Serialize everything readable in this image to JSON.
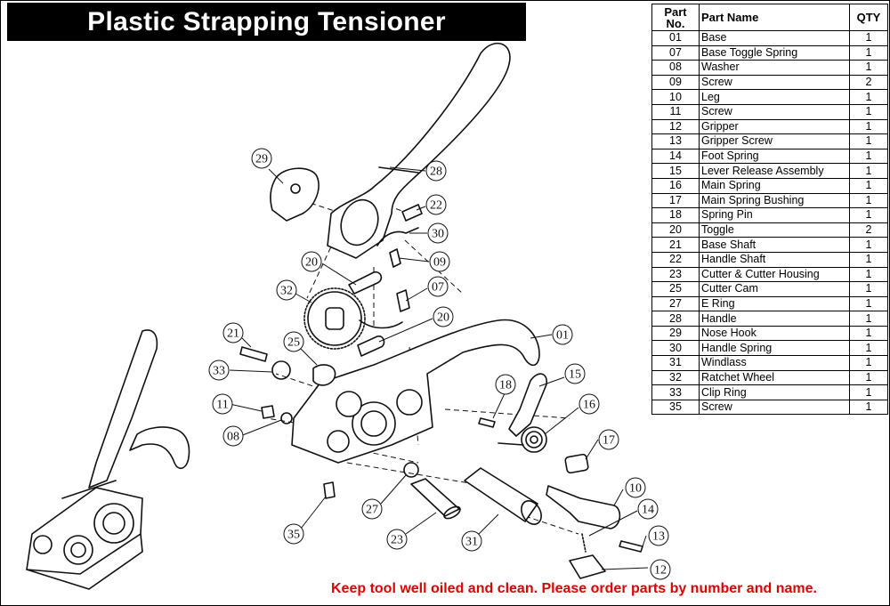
{
  "title": "Plastic Strapping Tensioner",
  "footer_note": "Keep tool well oiled and clean. Please order parts by number and name.",
  "table": {
    "headers": {
      "no": "Part No.",
      "name": "Part Name",
      "qty": "QTY"
    },
    "rows": [
      {
        "no": "01",
        "name": "Base",
        "qty": "1"
      },
      {
        "no": "07",
        "name": "Base Toggle Spring",
        "qty": "1"
      },
      {
        "no": "08",
        "name": "Washer",
        "qty": "1"
      },
      {
        "no": "09",
        "name": "Screw",
        "qty": "2"
      },
      {
        "no": "10",
        "name": "Leg",
        "qty": "1"
      },
      {
        "no": "11",
        "name": "Screw",
        "qty": "1"
      },
      {
        "no": "12",
        "name": "Gripper",
        "qty": "1"
      },
      {
        "no": "13",
        "name": "Gripper Screw",
        "qty": "1"
      },
      {
        "no": "14",
        "name": "Foot Spring",
        "qty": "1"
      },
      {
        "no": "15",
        "name": "Lever Release Assembly",
        "qty": "1"
      },
      {
        "no": "16",
        "name": "Main Spring",
        "qty": "1"
      },
      {
        "no": "17",
        "name": "Main Spring Bushing",
        "qty": "1"
      },
      {
        "no": "18",
        "name": "Spring Pin",
        "qty": "1"
      },
      {
        "no": "20",
        "name": "Toggle",
        "qty": "2"
      },
      {
        "no": "21",
        "name": "Base Shaft",
        "qty": "1"
      },
      {
        "no": "22",
        "name": "Handle Shaft",
        "qty": "1"
      },
      {
        "no": "23",
        "name": "Cutter & Cutter Housing",
        "qty": "1"
      },
      {
        "no": "25",
        "name": "Cutter Cam",
        "qty": "1"
      },
      {
        "no": "27",
        "name": "E Ring",
        "qty": "1"
      },
      {
        "no": "28",
        "name": "Handle",
        "qty": "1"
      },
      {
        "no": "29",
        "name": "Nose Hook",
        "qty": "1"
      },
      {
        "no": "30",
        "name": "Handle Spring",
        "qty": "1"
      },
      {
        "no": "31",
        "name": "Windlass",
        "qty": "1"
      },
      {
        "no": "32",
        "name": "Ratchet Wheel",
        "qty": "1"
      },
      {
        "no": "33",
        "name": "Clip Ring",
        "qty": "1"
      },
      {
        "no": "35",
        "name": "Screw",
        "qty": "1"
      }
    ]
  },
  "callouts": [
    "29",
    "28",
    "22",
    "30",
    "09",
    "20",
    "32",
    "07",
    "20",
    "01",
    "21",
    "25",
    "33",
    "15",
    "18",
    "11",
    "16",
    "08",
    "17",
    "10",
    "14",
    "13",
    "12",
    "27",
    "35",
    "23",
    "31"
  ]
}
